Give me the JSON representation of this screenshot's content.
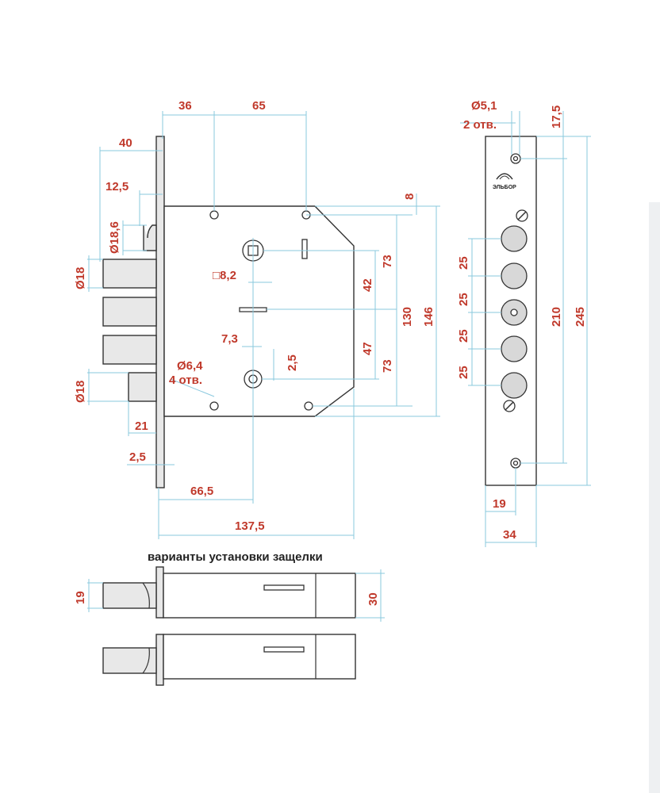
{
  "caption": "варианты установки защелки",
  "brand": "ЭЛЬБОР",
  "side_view": {
    "dims": {
      "d36": "36",
      "d65": "65",
      "d40": "40",
      "d12_5": "12,5",
      "d18_6": "Ø18,6",
      "d18a": "Ø18",
      "d18b": "Ø18",
      "d21": "21",
      "d2_5a": "2,5",
      "d66_5": "66,5",
      "d137_5": "137,5",
      "sq8_2": "□8,2",
      "d7_3": "7,3",
      "d6_4": "Ø6,4",
      "holes4": "4 отв.",
      "d2_5b": "2,5",
      "d73a": "73",
      "d42": "42",
      "d47": "47",
      "d73b": "73",
      "d130": "130",
      "d146": "146",
      "d8": "8"
    }
  },
  "front_plate": {
    "dims": {
      "d5_1": "Ø5,1",
      "holes2": "2 отв.",
      "d17_5": "17,5",
      "p25a": "25",
      "p25b": "25",
      "p25c": "25",
      "p25d": "25",
      "d210": "210",
      "d245": "245",
      "d19": "19",
      "d34": "34"
    }
  },
  "latch_variants": {
    "d19": "19",
    "d30": "30"
  },
  "colors": {
    "dimension": "#c0392b",
    "guide": "#8ac8de",
    "outline": "#333333"
  }
}
